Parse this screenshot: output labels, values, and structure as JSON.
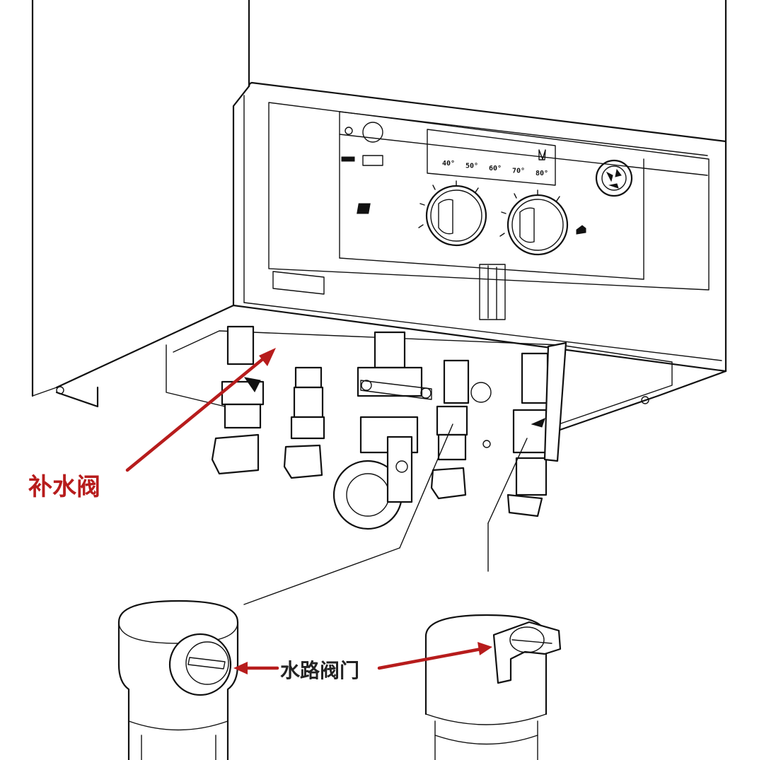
{
  "labels": {
    "makeup_valve": "补水阀",
    "water_valves": "水路阀门"
  },
  "display": {
    "temp_marks": [
      "40°",
      "50°",
      "60°",
      "70°",
      "80°"
    ]
  },
  "colors": {
    "annotation": "#b71c1c",
    "line_art": "#111111",
    "background": "#ffffff"
  }
}
